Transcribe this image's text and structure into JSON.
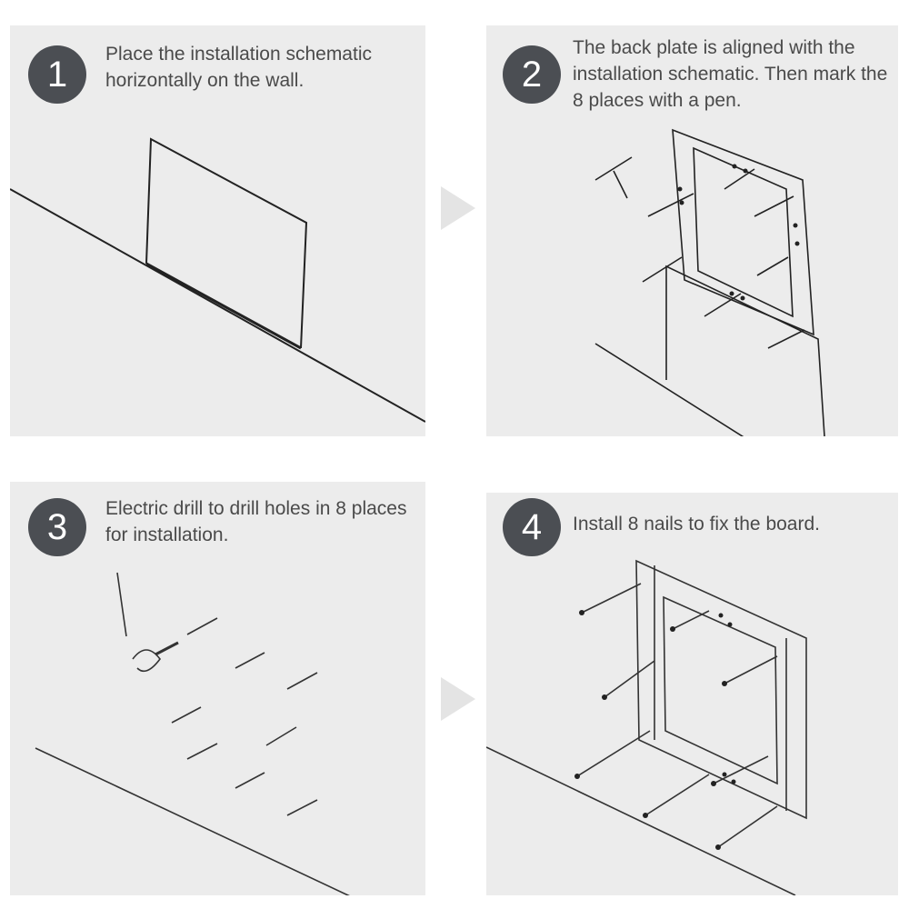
{
  "steps": [
    {
      "number": "1",
      "text": "Place the installation schematic horizontally on the wall."
    },
    {
      "number": "2",
      "text": "The back plate is aligned with the installation schematic. Then mark the 8 places with a pen."
    },
    {
      "number": "3",
      "text": "Electric drill to drill holes in 8 places for installation."
    },
    {
      "number": "4",
      "text": "Install 8 nails to fix the board."
    }
  ],
  "colors": {
    "panel": "#ececec",
    "badge": "#4b4e53",
    "text": "#4a4a4a"
  }
}
